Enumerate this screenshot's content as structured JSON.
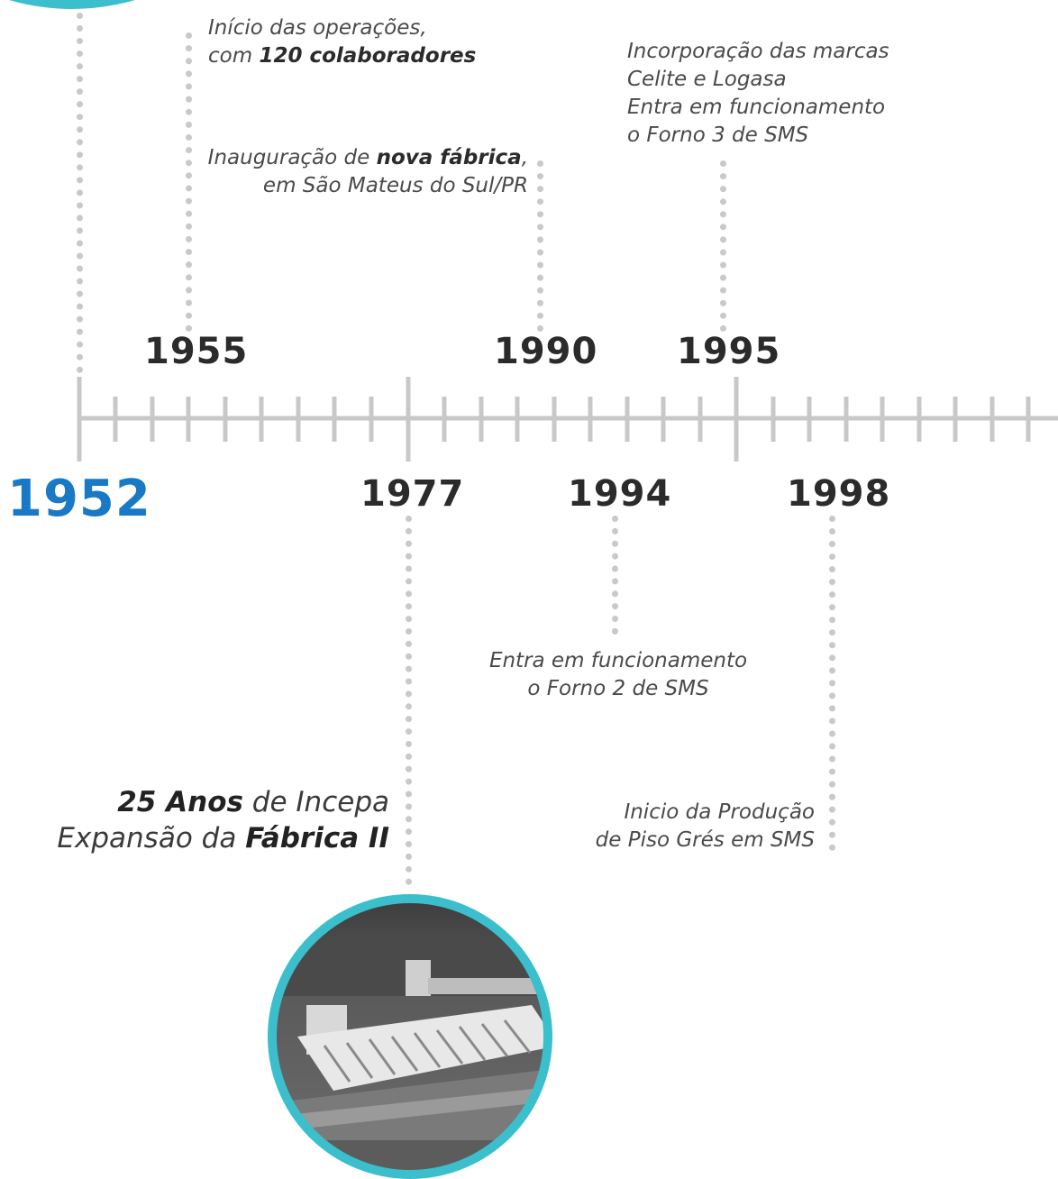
{
  "years": {
    "y1952": "1952",
    "y1955": "1955",
    "y1977": "1977",
    "y1990": "1990",
    "y1994": "1994",
    "y1995": "1995",
    "y1998": "1998"
  },
  "events": {
    "e1955": {
      "line1": "Início das operações,",
      "line2_pre": "com ",
      "line2_bold": "120 colaboradores"
    },
    "e1990": {
      "line1_pre": "Inauguração de ",
      "line1_bold": "nova fábrica",
      "line1_post": ",",
      "line2": "em São Mateus do Sul/PR"
    },
    "e1995": {
      "line1": "Incorporação das marcas",
      "line2": "Celite e Logasa",
      "line3": "Entra em funcionamento",
      "line4": "o Forno 3 de SMS"
    },
    "e1994": {
      "line1": "Entra em funcionamento",
      "line2": "o Forno 2 de SMS"
    },
    "e1977": {
      "line1_bold": "25 Anos",
      "line1_post": " de Incepa",
      "line2_pre": "Expansão da ",
      "line2_bold": "Fábrica II"
    },
    "e1998": {
      "line1": "Inicio da Produção",
      "line2": "de Piso Grés em SMS"
    }
  },
  "colors": {
    "accent_blue": "#1a79c4",
    "ring_teal": "#3bbfcc",
    "axis_gray": "#c8c8c8",
    "dots_gray": "#c9c9c9"
  },
  "images": {
    "factory_photo": "aerial-factory-photo"
  }
}
